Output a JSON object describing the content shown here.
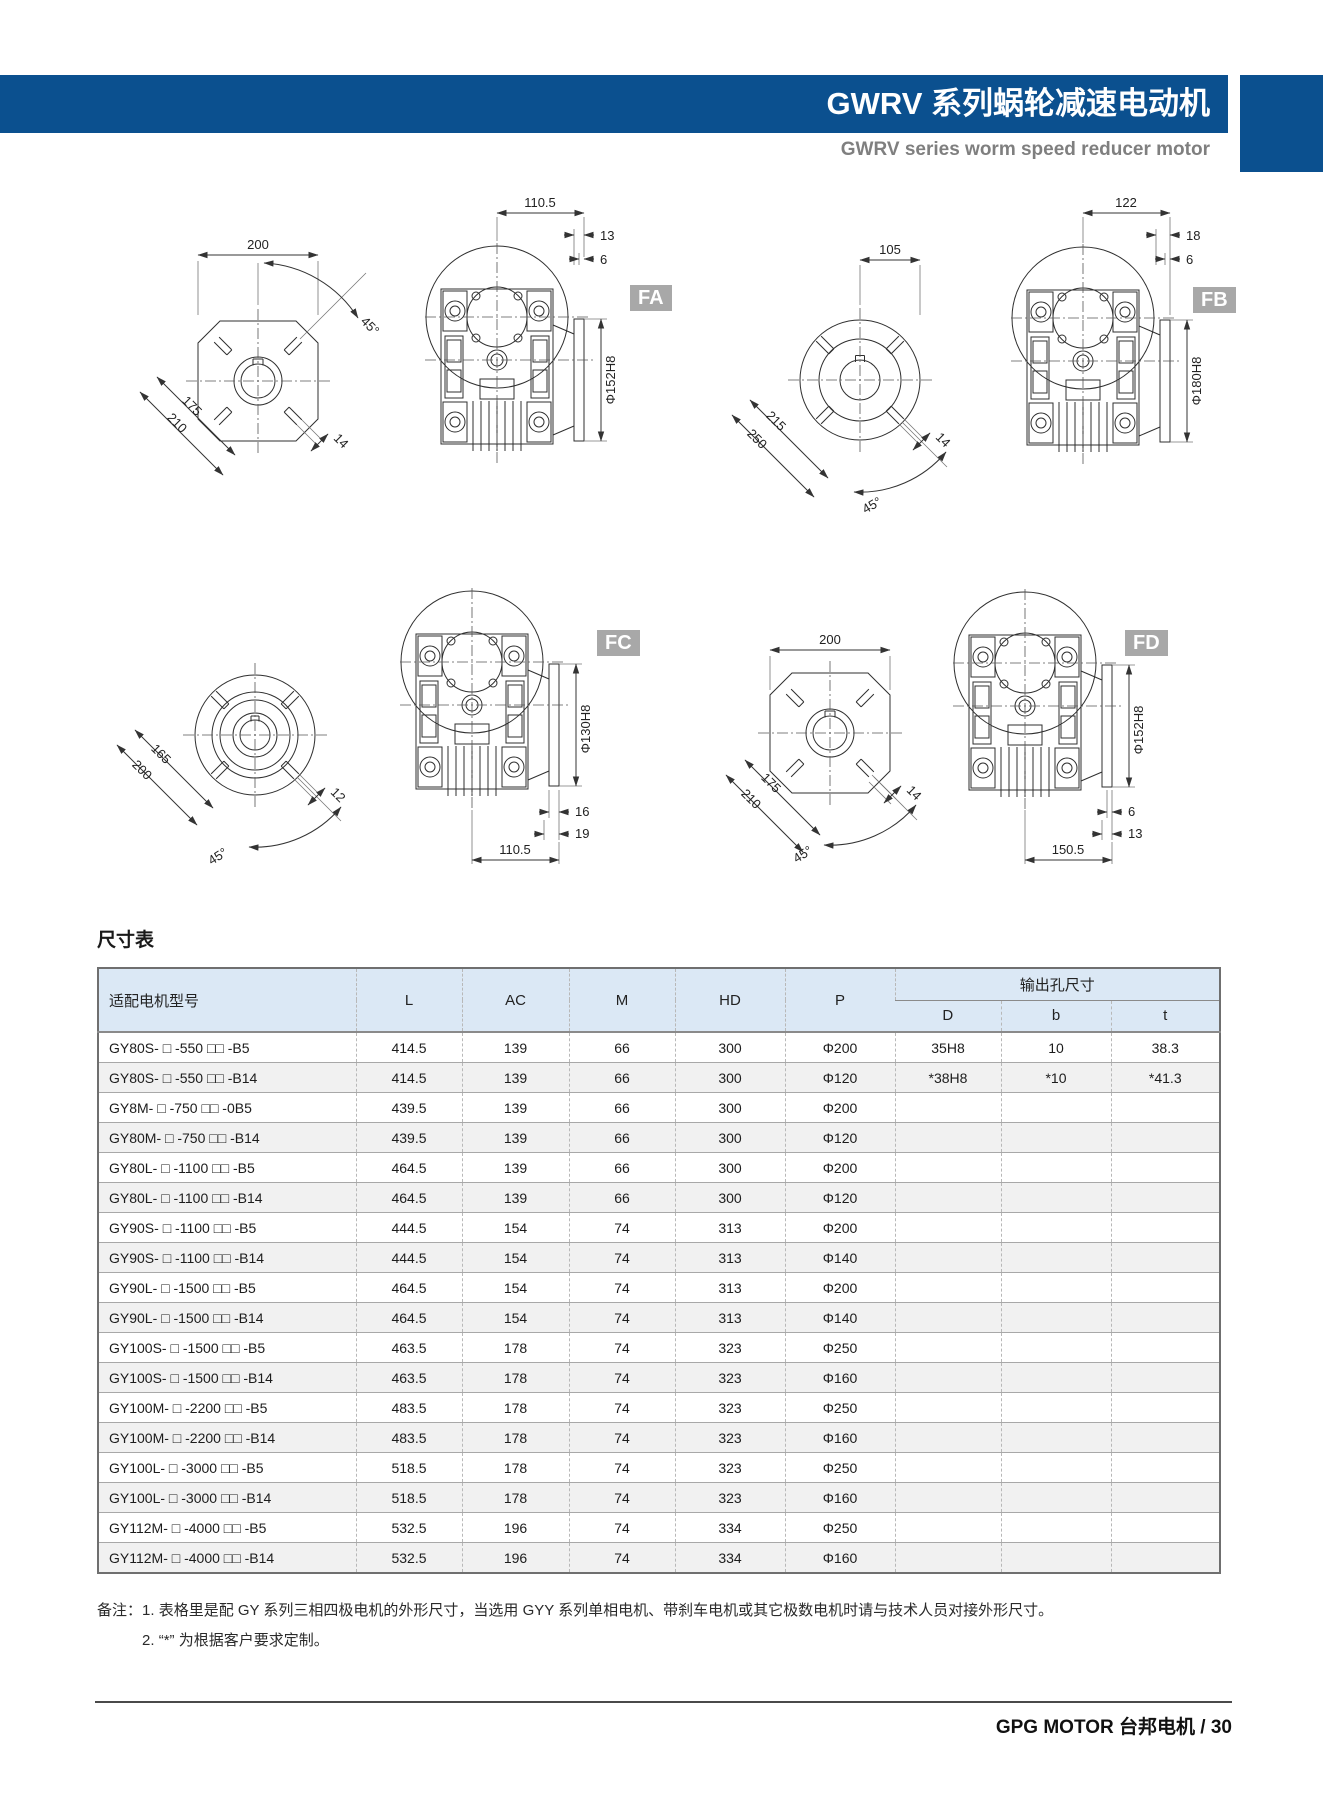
{
  "header": {
    "title_cn": "GWRV 系列蜗轮减速电动机",
    "title_en": "GWRV series worm speed reducer motor",
    "accent_color": "#0b508f"
  },
  "drawings": [
    {
      "tag": "FA",
      "front": {
        "top_dim": "200",
        "diag_dim_inner": "175",
        "diag_dim_outer": "210",
        "angle_dim": "45°",
        "slot_dim": "14"
      },
      "side": {
        "width_dim": "110.5",
        "step_dim_1": "13",
        "step_dim_2": "6",
        "bore_dim": "Φ152H8"
      }
    },
    {
      "tag": "FB",
      "front": {
        "top_dim": "105",
        "diag_dim_inner": "215",
        "diag_dim_outer": "250",
        "angle_dim": "45°",
        "slot_dim": "14"
      },
      "side": {
        "width_dim": "122",
        "step_dim_1": "18",
        "step_dim_2": "6",
        "bore_dim": "Φ180H8"
      }
    },
    {
      "tag": "FC",
      "front": {
        "diag_dim_inner": "165",
        "diag_dim_outer": "200",
        "angle_dim": "45°",
        "slot_dim": "12"
      },
      "side": {
        "width_dim": "110.5",
        "step_dim_1": "16",
        "step_dim_2": "19",
        "bore_dim": "Φ130H8"
      }
    },
    {
      "tag": "FD",
      "front": {
        "top_dim": "200",
        "diag_dim_inner": "175",
        "diag_dim_outer": "210",
        "angle_dim": "45°",
        "slot_dim": "14"
      },
      "side": {
        "width_dim": "150.5",
        "step_dim_1": "6",
        "step_dim_2": "13",
        "bore_dim": "Φ152H8"
      }
    }
  ],
  "table": {
    "section_title": "尺寸表",
    "columns": {
      "model": "适配电机型号",
      "l": "L",
      "ac": "AC",
      "m": "M",
      "hd": "HD",
      "p": "P",
      "output_group": "输出孔尺寸",
      "d": "D",
      "b": "b",
      "t": "t"
    },
    "rows": [
      [
        "GY80S- □ -550 □□ -B5",
        "414.5",
        "139",
        "66",
        "300",
        "Φ200",
        "35H8",
        "10",
        "38.3"
      ],
      [
        "GY80S- □ -550 □□ -B14",
        "414.5",
        "139",
        "66",
        "300",
        "Φ120",
        "*38H8",
        "*10",
        "*41.3"
      ],
      [
        "GY8M- □ -750 □□ -0B5",
        "439.5",
        "139",
        "66",
        "300",
        "Φ200",
        "",
        "",
        ""
      ],
      [
        "GY80M- □ -750 □□ -B14",
        "439.5",
        "139",
        "66",
        "300",
        "Φ120",
        "",
        "",
        ""
      ],
      [
        "GY80L- □ -1100 □□ -B5",
        "464.5",
        "139",
        "66",
        "300",
        "Φ200",
        "",
        "",
        ""
      ],
      [
        "GY80L- □ -1100 □□ -B14",
        "464.5",
        "139",
        "66",
        "300",
        "Φ120",
        "",
        "",
        ""
      ],
      [
        "GY90S- □ -1100 □□ -B5",
        "444.5",
        "154",
        "74",
        "313",
        "Φ200",
        "",
        "",
        ""
      ],
      [
        "GY90S- □ -1100 □□ -B14",
        "444.5",
        "154",
        "74",
        "313",
        "Φ140",
        "",
        "",
        ""
      ],
      [
        "GY90L- □ -1500 □□ -B5",
        "464.5",
        "154",
        "74",
        "313",
        "Φ200",
        "",
        "",
        ""
      ],
      [
        "GY90L- □ -1500 □□ -B14",
        "464.5",
        "154",
        "74",
        "313",
        "Φ140",
        "",
        "",
        ""
      ],
      [
        "GY100S- □ -1500 □□ -B5",
        "463.5",
        "178",
        "74",
        "323",
        "Φ250",
        "",
        "",
        ""
      ],
      [
        "GY100S- □ -1500 □□ -B14",
        "463.5",
        "178",
        "74",
        "323",
        "Φ160",
        "",
        "",
        ""
      ],
      [
        "GY100M- □ -2200 □□ -B5",
        "483.5",
        "178",
        "74",
        "323",
        "Φ250",
        "",
        "",
        ""
      ],
      [
        "GY100M- □ -2200 □□ -B14",
        "483.5",
        "178",
        "74",
        "323",
        "Φ160",
        "",
        "",
        ""
      ],
      [
        "GY100L- □ -3000 □□ -B5",
        "518.5",
        "178",
        "74",
        "323",
        "Φ250",
        "",
        "",
        ""
      ],
      [
        "GY100L- □ -3000 □□ -B14",
        "518.5",
        "178",
        "74",
        "323",
        "Φ160",
        "",
        "",
        ""
      ],
      [
        "GY112M- □ -4000 □□ -B5",
        "532.5",
        "196",
        "74",
        "334",
        "Φ250",
        "",
        "",
        ""
      ],
      [
        "GY112M- □ -4000 □□ -B14",
        "532.5",
        "196",
        "74",
        "334",
        "Φ160",
        "",
        "",
        ""
      ]
    ]
  },
  "notes": {
    "label": "备注：",
    "line1": "1. 表格里是配 GY 系列三相四极电机的外形尺寸，当选用 GYY 系列单相电机、带刹车电机或其它极数电机时请与技术人员对接外形尺寸。",
    "line2": "2. “*” 为根据客户要求定制。"
  },
  "footer": {
    "brand": "GPG MOTOR 台邦电机",
    "separator": " / ",
    "page": "30"
  }
}
